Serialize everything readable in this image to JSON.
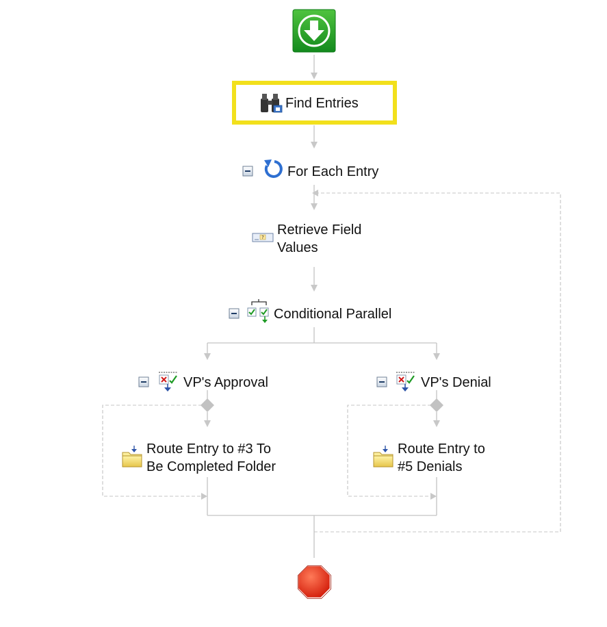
{
  "workflow": {
    "find_entries": {
      "label": "Find Entries"
    },
    "for_each": {
      "label": "For Each Entry"
    },
    "retrieve": {
      "label_line1": "Retrieve Field",
      "label_line2": "Values"
    },
    "conditional": {
      "label": "Conditional Parallel"
    },
    "branch_left": {
      "title": "VP's Approval",
      "route_line1": "Route Entry to #3 To",
      "route_line2": "Be Completed Folder"
    },
    "branch_right": {
      "title": "VP's Denial",
      "route_line1": "Route Entry to",
      "route_line2": "#5 Denials"
    }
  },
  "colors": {
    "selection": "#f2e01c",
    "start": "#22a12b",
    "stop": "#e4220f",
    "connector": "#c4c4c4"
  },
  "icons": {
    "start": "down-arrow-circle-icon",
    "find": "binoculars-icon",
    "for_each": "loop-arrow-icon",
    "retrieve": "field-values-icon",
    "conditional": "conditional-parallel-icon",
    "branch": "decision-icon",
    "route": "folder-icon",
    "stop": "stop-octagon-icon",
    "collapse": "collapse-icon"
  }
}
